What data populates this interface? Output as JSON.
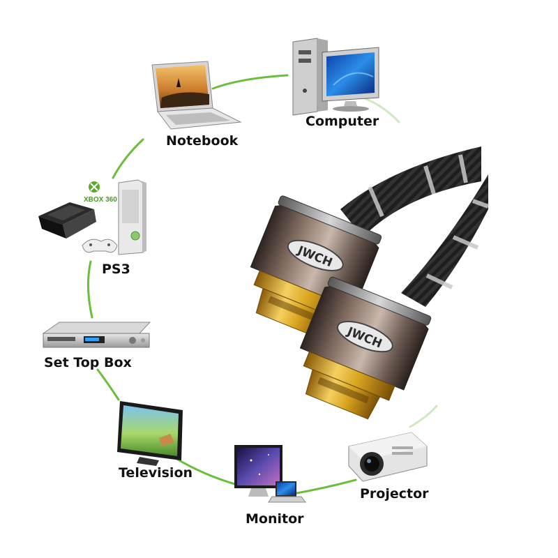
{
  "devices": {
    "computer": "Computer",
    "notebook": "Notebook",
    "ps3": "PS3",
    "set_top_box": "Set Top Box",
    "television": "Television",
    "monitor": "Monitor",
    "projector": "Projector"
  },
  "xbox_logo_text": "XBOX 360",
  "cable_brand": "JWCH",
  "colors": {
    "connector_line": "#6abf3a",
    "cable_braid": "#1e1e1e",
    "cable_stripe": "#c8c8c8",
    "gold_plug": "#d9a520",
    "metal_housing": "#6b5a52",
    "label_text": "#111111"
  }
}
